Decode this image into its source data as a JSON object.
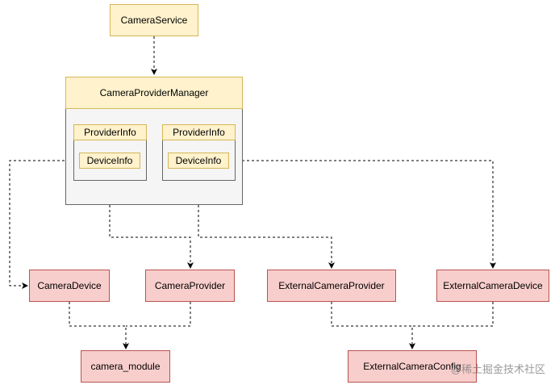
{
  "nodes": {
    "camera_service": "CameraService",
    "camera_provider_manager": "CameraProviderManager",
    "provider_info_left": "ProviderInfo",
    "device_info_left": "DeviceInfo",
    "provider_info_right": "ProviderInfo",
    "device_info_right": "DeviceInfo",
    "camera_device": "CameraDevice",
    "camera_provider": "CameraProvider",
    "external_camera_provider": "ExternalCameraProvider",
    "external_camera_device": "ExternalCameraDevice",
    "camera_module": "camera_module",
    "external_camera_config": "ExternalCameraConfig"
  },
  "watermark": "@稀土掘金技术社区",
  "colors": {
    "yellow_fill": "#fff2cc",
    "yellow_stroke": "#d6b656",
    "red_fill": "#f8cecc",
    "red_stroke": "#b85450",
    "container_fill": "#f5f5f5",
    "container_stroke": "#666666",
    "edge": "#000000"
  }
}
